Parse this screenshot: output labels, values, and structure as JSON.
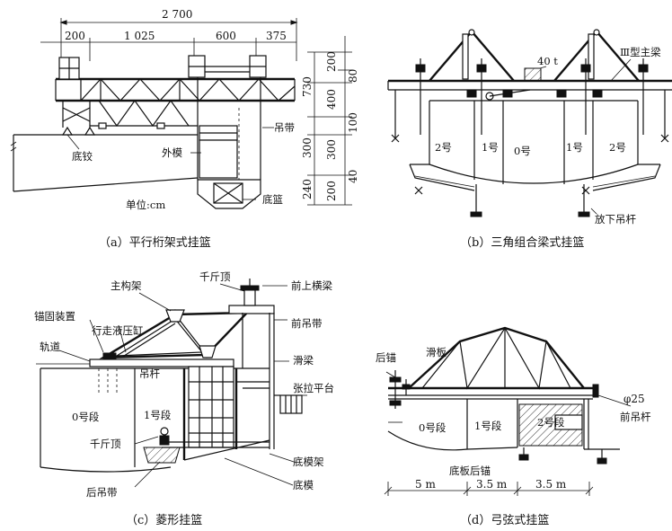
{
  "panel_a": {
    "caption": "（a）平行桁架式挂篮",
    "dims_top": {
      "total": "2 700",
      "d1": "200",
      "d2": "1 025",
      "d3": "600",
      "d4": "375"
    },
    "dims_right_outer": {
      "v1": "200",
      "v2": "730",
      "v3": "400",
      "v4": "300",
      "v5": "240"
    },
    "dims_right_inner": {
      "v1": "80",
      "v2": "100",
      "v3": "300",
      "v4": "40",
      "v5": "200"
    },
    "labels": {
      "hanger": "吊带",
      "hinge": "底铰",
      "outer_form": "外模",
      "bottom_basket": "底篮",
      "unit": "单位:cm"
    }
  },
  "panel_b": {
    "caption": "（b）三角组合梁式挂篮",
    "labels": {
      "load": "40 t",
      "main_beam": "Ⅲ型主梁",
      "seg2_left": "2号",
      "seg1_left": "1号",
      "seg0": "0号",
      "seg1_right": "1号",
      "seg2_right": "2号",
      "rod": "放下吊杆"
    }
  },
  "panel_c": {
    "caption": "（c）菱形挂篮",
    "labels": {
      "main_truss": "主构架",
      "jack_top": "千斤顶",
      "front_beam": "前上横梁",
      "anchor": "锚固装置",
      "hydraulic": "行走液压缸",
      "track": "轨道",
      "front_hanger": "前吊带",
      "rod": "吊杆",
      "slide_beam": "滑梁",
      "platform": "张拉平台",
      "seg0": "0号段",
      "seg1": "1号段",
      "jack_bottom": "千斤顶",
      "bottom_frame": "底模架",
      "rear_hanger": "后吊带",
      "bottom_form": "底模"
    }
  },
  "panel_d": {
    "caption": "（d）弓弦式挂篮",
    "labels": {
      "slide_plate": "滑板",
      "rear_anchor": "后锚",
      "phi": "φ25",
      "front_rod": "前吊杆",
      "seg0": "0号段",
      "seg1": "1号段",
      "seg2": "2号段",
      "bottom_anchor": "底板后锚"
    },
    "dims": {
      "d1": "5 m",
      "d2": "3.5 m",
      "d3": "3.5 m"
    }
  }
}
